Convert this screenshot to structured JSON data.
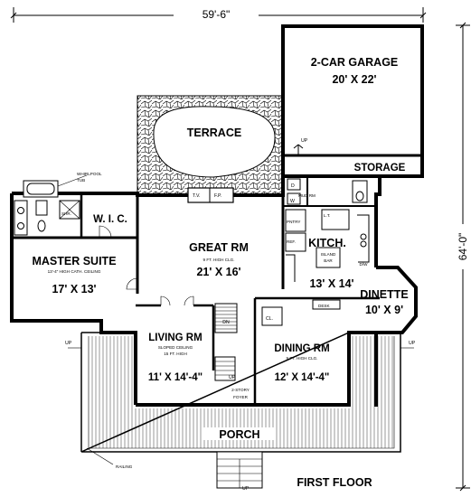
{
  "dimensions": {
    "width": "59'-6\"",
    "depth": "64'-0\""
  },
  "rooms": {
    "garage": {
      "name": "2-CAR GARAGE",
      "size": "20' X 22'"
    },
    "storage": {
      "name": "STORAGE"
    },
    "terrace": {
      "name": "TERRACE"
    },
    "great_room": {
      "name": "GREAT RM",
      "note": "9 FT. HIGH CLG.",
      "size": "21' X 16'"
    },
    "master_suite": {
      "name": "MASTER SUITE",
      "note": "13'-4\" HIGH CATH. CEILING",
      "size": "17' X 13'"
    },
    "wic": {
      "name": "W. I. C."
    },
    "kitchen": {
      "name": "KITCH.",
      "size": "13' X 14'"
    },
    "dinette": {
      "name": "DINETTE",
      "size": "10' X 9'"
    },
    "living_room": {
      "name": "LIVING RM",
      "note1": "SLOPED CEILING",
      "note2": "15 FT. HIGH",
      "size": "11' X 14'-4\""
    },
    "dining_room": {
      "name": "DINING RM",
      "note": "9 FT. HIGH CLG.",
      "size": "12' X 14'-4\""
    },
    "porch": {
      "name": "PORCH"
    },
    "mud_room": {
      "name": "MUD RM"
    },
    "foyer": {
      "line1": "2-STORY",
      "line2": "FOYER"
    }
  },
  "labels": {
    "whirlpool": "WHIRLPOOL",
    "tub": "TUB",
    "shr": "SHR.",
    "tv": "T.V.",
    "fp": "F.P.",
    "up": "UP",
    "dn": "DN",
    "cl": "CL.",
    "desk": "DESK",
    "island1": "ISLAND",
    "island2": "BAR",
    "pntry": "PNTRY",
    "ref": "REF.",
    "dw": "D/W",
    "w": "W",
    "d": "D",
    "lt": "L.T.",
    "railing": "RAILING",
    "floor": "FIRST FLOOR"
  }
}
